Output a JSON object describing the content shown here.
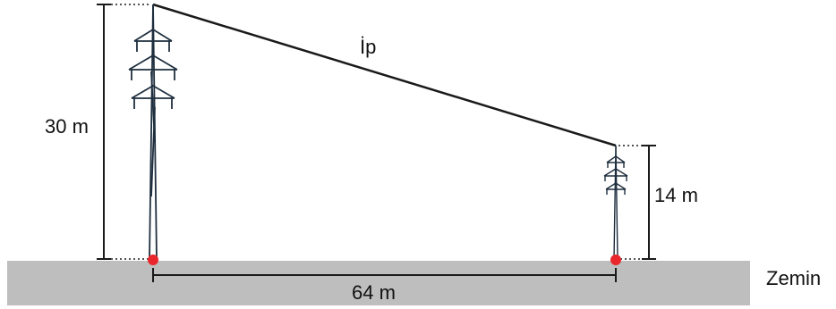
{
  "labels": {
    "rope": "İp",
    "tall_height": "30 m",
    "short_height": "14 m",
    "distance": "64 m",
    "ground": "Zemin"
  },
  "colors": {
    "ground": "#bebebe",
    "line": "#1a1a1a",
    "tower": "#1f2f3f",
    "marker": "#e8262b"
  },
  "icons": {
    "tall_tower": "pylon-icon",
    "short_tower": "pylon-icon"
  }
}
